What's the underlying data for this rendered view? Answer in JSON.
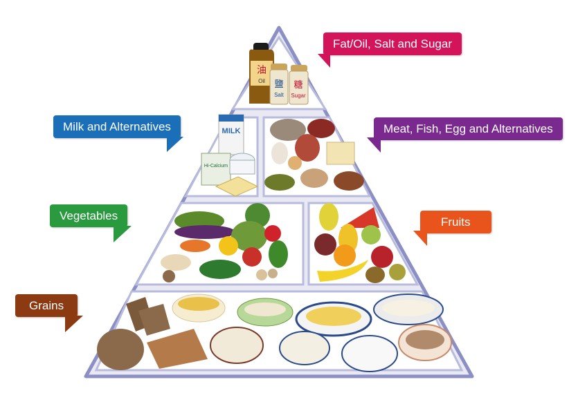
{
  "labels": {
    "fat": "Fat/Oil, Salt and Sugar",
    "milk": "Milk and Alternatives",
    "meat": "Meat, Fish, Egg and Alternatives",
    "vegetables": "Vegetables",
    "fruits": "Fruits",
    "grains": "Grains"
  },
  "jar_labels": {
    "oil_char": "油",
    "oil": "Oil",
    "salt_char": "鹽",
    "salt": "Salt",
    "sugar_char": "糖",
    "sugar": "Sugar"
  },
  "carton_labels": {
    "milk": "MILK",
    "calcium": "Hi-Calcium"
  },
  "colors": {
    "fat": "#d4145a",
    "milk": "#1a6fb8",
    "meat": "#7a2a8f",
    "vegetables": "#2a9a3f",
    "fruits": "#e8541c",
    "grains": "#8b3a12",
    "pyramid_outline": "#8b8fc4"
  }
}
